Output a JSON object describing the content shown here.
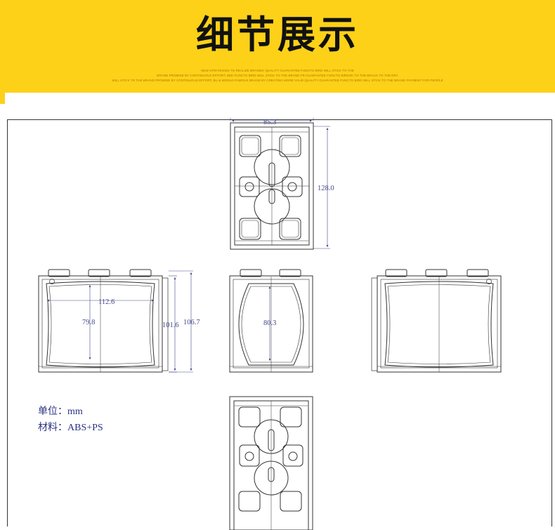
{
  "header": {
    "title": "细节展示",
    "tagline_lines": [
      "NEW STRATEGIES TO REALIZE BRANDS' QUALITY GUARANTEE FUNCTG BIRD WILL STICK TO THE",
      "BRAND PROMISE BY CONTINUOUS EFFORT, BEE FUNCTG BIRD WILL STICK TO THE BRAND FR GUARANTEE FUNCTG BIRDOK TO THE BRACK TO THE ERA",
      "WILL STICK TO THE BRAND PROMISE BY CONTINUOUS EFFORT, BU & WORLD-FAMOUS BRAND BY CREATING MORE VALID QUALITY GUARANTEE FUNCTG BIRD WILL STICK TO THE BRAND PAYMENT FOR PEOPLE"
    ]
  },
  "dimensions": {
    "top_width": "85.3",
    "top_height": "128.0",
    "front_inner_width": "112.6",
    "front_inner_height": "79.8",
    "front_height": "101.6",
    "front_total_height": "106.7",
    "side_inner_height": "80.3"
  },
  "units": {
    "unit_label": "单位：",
    "unit_value": "mm",
    "material_label": "材料：",
    "material_value": "ABS+PS"
  },
  "colors": {
    "banner": "#fcd118",
    "line": "#333333",
    "dimension": "#444a88"
  }
}
